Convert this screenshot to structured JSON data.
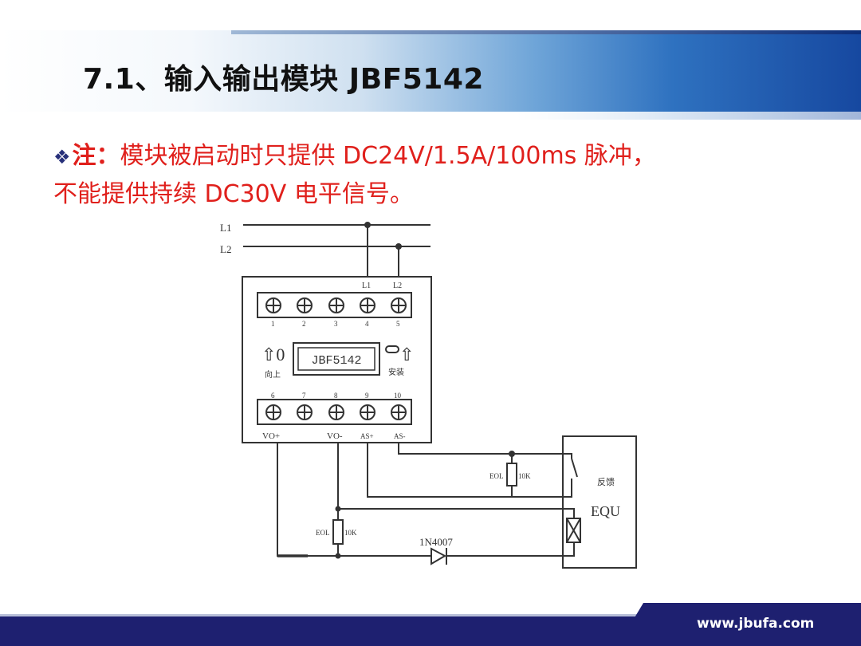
{
  "slide": {
    "title": "7.1、输入输出模块 JBF5142",
    "note": {
      "bullet_icon": "diamond-bullet-icon",
      "label": "注：",
      "line1": "模块被启动时只提供 DC24V/1.5A/100ms 脉冲，",
      "line2": "不能提供持续 DC30V 电平信号。"
    },
    "footer": {
      "website": "www.jbufa.com"
    }
  },
  "diagram": {
    "bus_labels": [
      "L1",
      "L2"
    ],
    "module": {
      "model": "JBF5142",
      "top_terminal_labels": [
        "L1",
        "L2"
      ],
      "top_terminal_numbers": [
        "1",
        "2",
        "3",
        "4",
        "5"
      ],
      "bottom_terminal_numbers": [
        "6",
        "7",
        "8",
        "9",
        "10"
      ],
      "bottom_terminal_labels": [
        "VO+",
        "VO-",
        "AS+",
        "AS-"
      ],
      "left_mark": "向上",
      "right_mark": "安装"
    },
    "resistor_1": {
      "name": "EOL",
      "value": "10K"
    },
    "resistor_2": {
      "name": "EOL",
      "value": "10K"
    },
    "diode": "1N4007",
    "equipment": {
      "name": "EQU",
      "feedback_label": "反馈"
    }
  },
  "colors": {
    "note_red": "#e0201c",
    "footer_navy": "#1e2070",
    "bullet_navy": "#27307a"
  }
}
